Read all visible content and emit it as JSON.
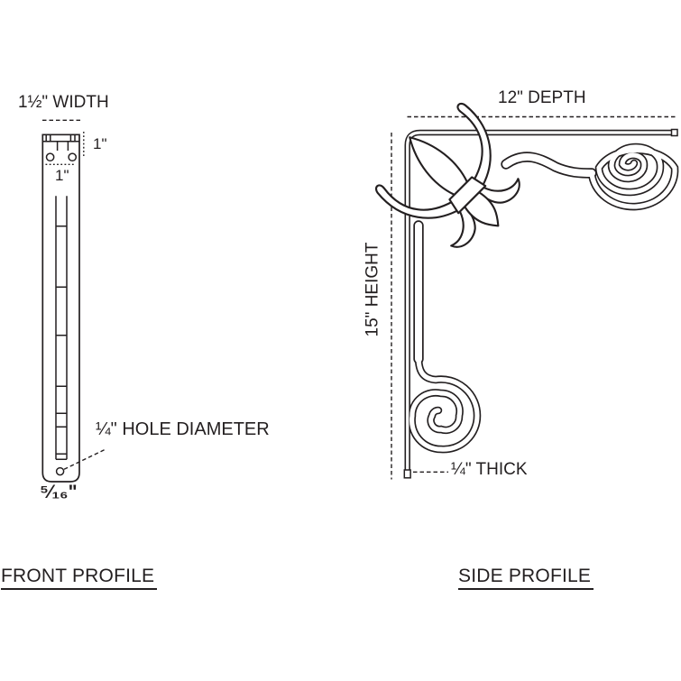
{
  "colors": {
    "ink": "#231f20",
    "paper": "#ffffff"
  },
  "front_profile": {
    "caption": "FRONT PROFILE",
    "width_label": "1½\" WIDTH",
    "top_hole_offset_label": "1\"",
    "hole_spacing_label": "1\"",
    "hole_diameter_label": "¼\" HOLE DIAMETER",
    "material_thickness_label": "⁵⁄₁₆\""
  },
  "side_profile": {
    "caption": "SIDE PROFILE",
    "depth_label": "12\" DEPTH",
    "height_label": "15\" HEIGHT",
    "thickness_label": "¼\" THICK"
  }
}
